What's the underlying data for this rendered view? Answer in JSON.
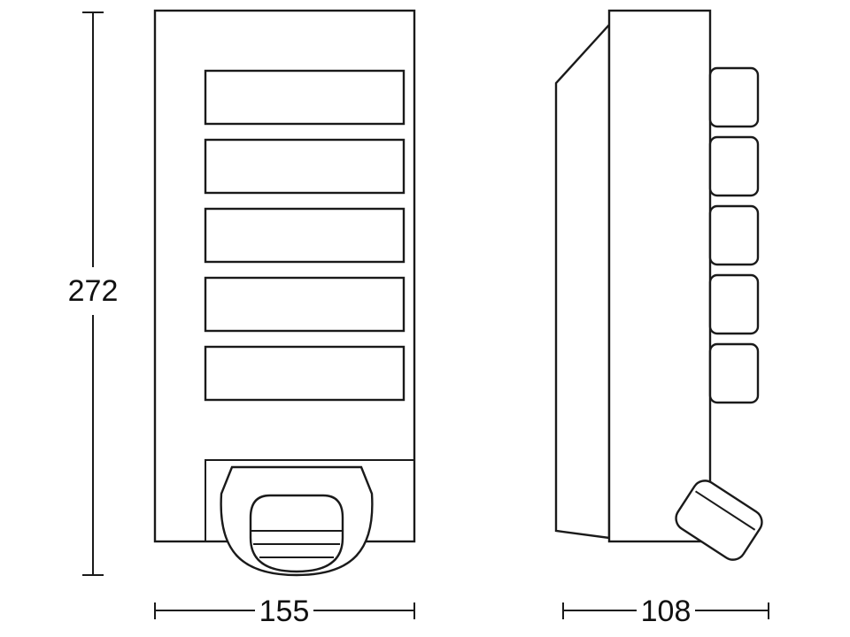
{
  "diagram": {
    "title": "wall-luminaire-dimension-drawing",
    "views": {
      "front": "front-view",
      "side": "side-view"
    },
    "dimensions": {
      "height": "272",
      "width": "155",
      "depth": "108"
    },
    "colors": {
      "line": "#1a1a1a",
      "background": "#ffffff",
      "text": "#111111"
    }
  }
}
